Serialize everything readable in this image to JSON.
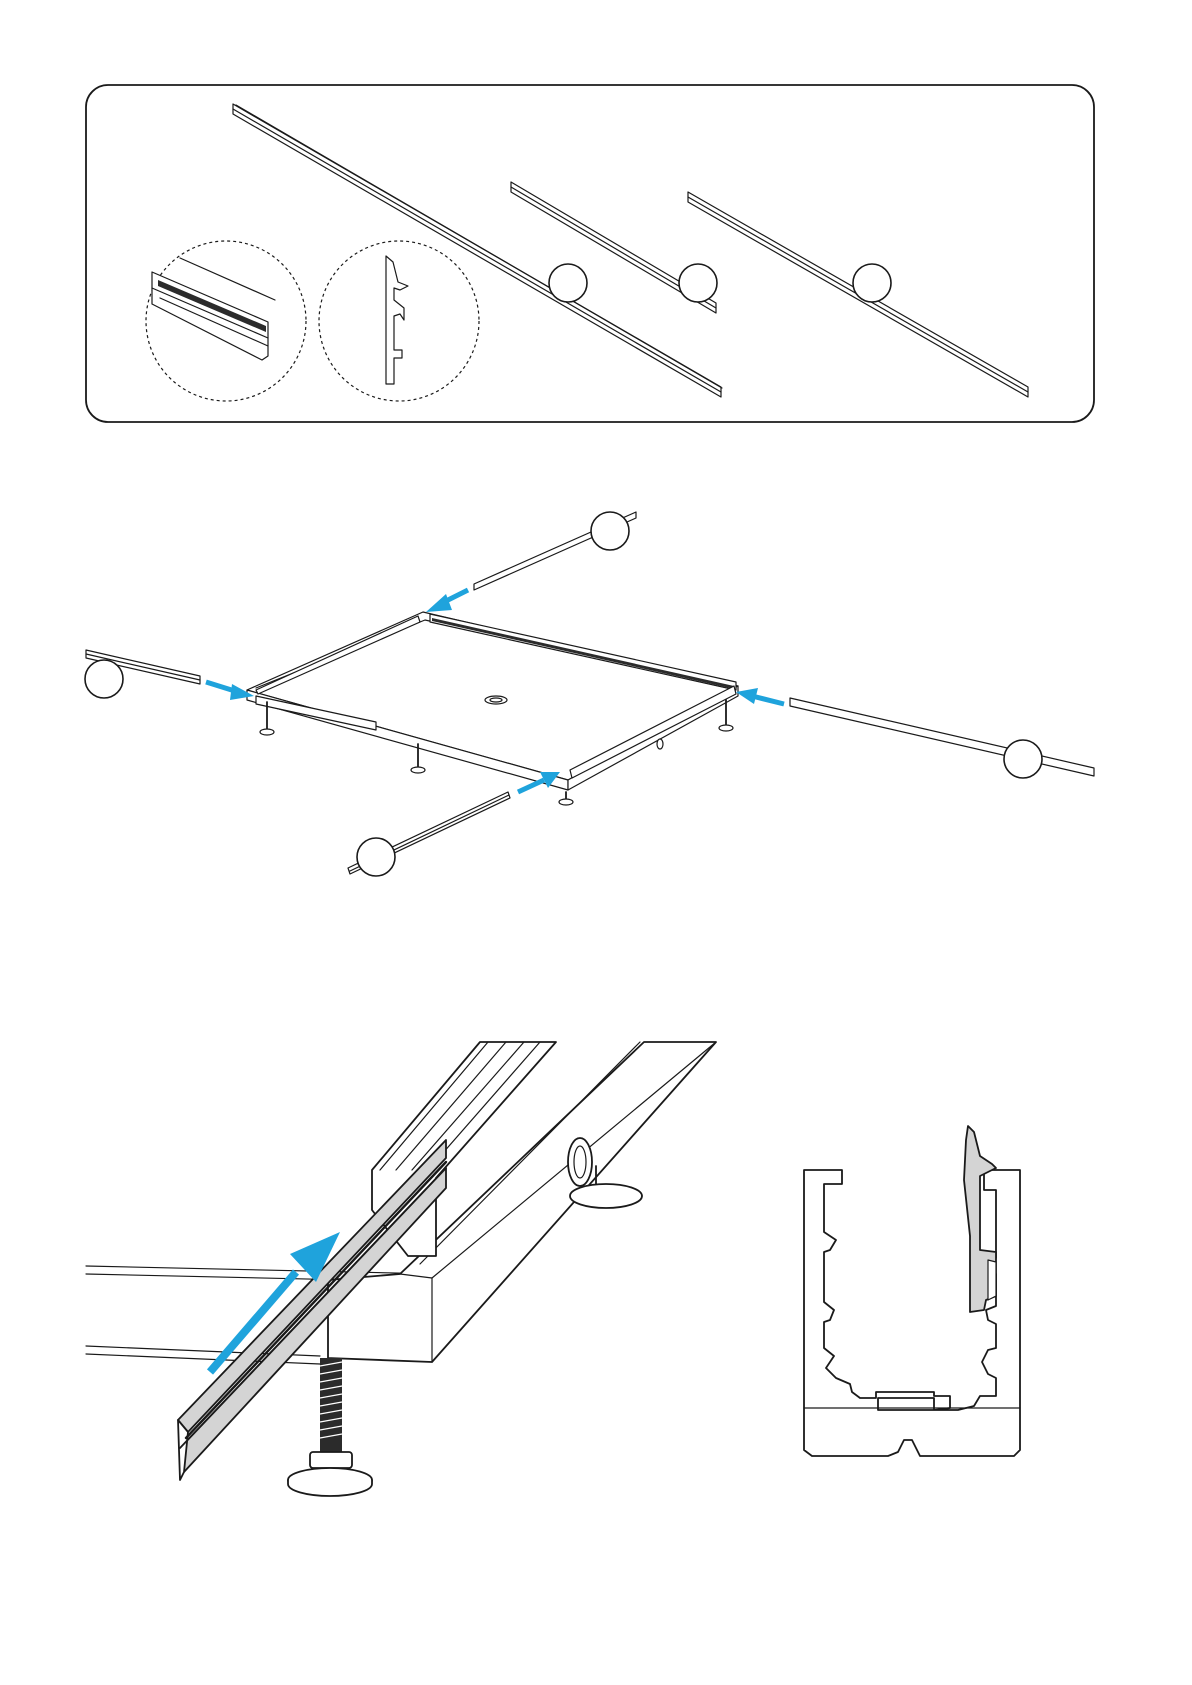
{
  "figure": {
    "panels": [
      {
        "name": "parts-overview",
        "badges": [
          "",
          "",
          ""
        ],
        "detail_circles": 2
      },
      {
        "name": "assembly-view",
        "badges": [
          "",
          "",
          "",
          ""
        ],
        "arrows": 4
      },
      {
        "name": "detail-insert-view",
        "arrows": 1
      },
      {
        "name": "profile-cross-section"
      }
    ],
    "colors": {
      "line": "#1a1a1a",
      "arrow": "#1fa3dc",
      "insert_fill": "#d4d4d4"
    },
    "icons": [
      "blue-arrow-icon"
    ]
  }
}
